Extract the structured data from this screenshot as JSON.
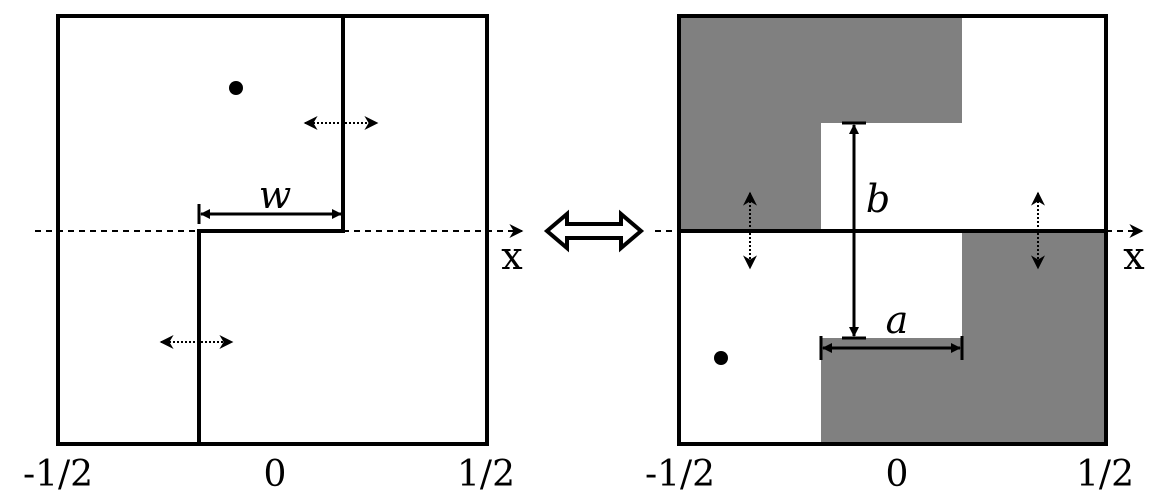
{
  "left_panel": {
    "width_label": "w",
    "x_axis_label": "x",
    "tick_left": "-1/2",
    "tick_center": "0",
    "tick_right": "1/2"
  },
  "equivalence_symbol": "double-headed-arrow-icon",
  "right_panel": {
    "height_label": "b",
    "width_label": "a",
    "x_axis_label": "x",
    "tick_left": "-1/2",
    "tick_center": "0",
    "tick_right": "1/2"
  },
  "colors": {
    "shaded_region": "#808080",
    "lines": "#000000",
    "background": "#ffffff"
  }
}
